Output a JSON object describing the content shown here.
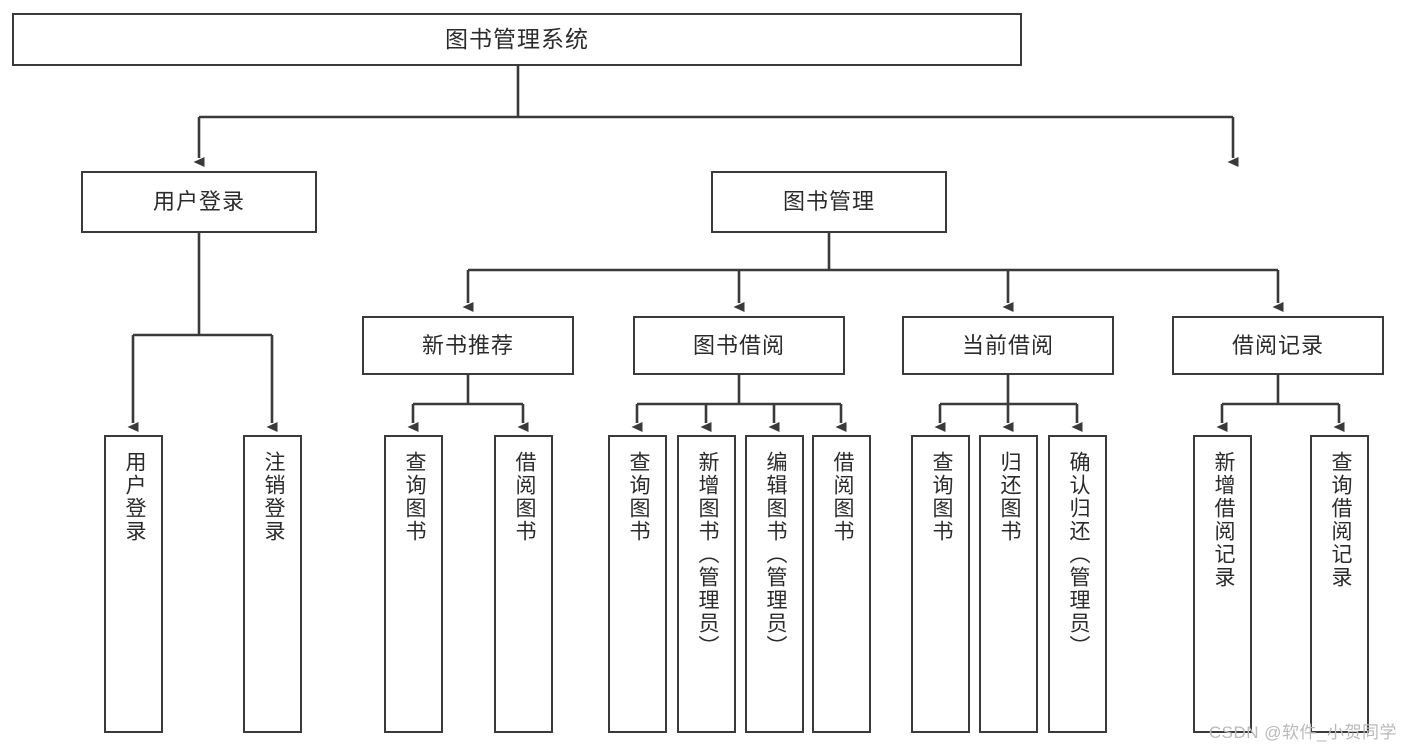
{
  "diagram": {
    "title": "图书管理系统",
    "type": "hierarchy-tree",
    "stroke_color": "#3a3a3a",
    "text_color": "#2b2b2b",
    "background_color": "#ffffff"
  },
  "root": {
    "label": "图书管理系统"
  },
  "tier2": [
    {
      "label": "用户登录"
    },
    {
      "label": "图书管理"
    }
  ],
  "tier3": [
    {
      "label": "新书推荐"
    },
    {
      "label": "图书借阅"
    },
    {
      "label": "当前借阅"
    },
    {
      "label": "借阅记录"
    }
  ],
  "leaves": {
    "user_login": [
      {
        "label": "用户登录"
      },
      {
        "label": "注销登录"
      }
    ],
    "new_book_recommend": [
      {
        "label": "查询图书"
      },
      {
        "label": "借阅图书"
      }
    ],
    "book_borrow": [
      {
        "label": "查询图书"
      },
      {
        "label": "新增图书（管理员）"
      },
      {
        "label": "编辑图书（管理员）"
      },
      {
        "label": "借阅图书"
      }
    ],
    "current_borrow": [
      {
        "label": "查询图书"
      },
      {
        "label": "归还图书"
      },
      {
        "label": "确认归还（管理员）"
      }
    ],
    "borrow_record": [
      {
        "label": "新增借阅记录"
      },
      {
        "label": "查询借阅记录"
      }
    ]
  },
  "watermark": {
    "text": "CSDN @软件_小贺同学"
  }
}
